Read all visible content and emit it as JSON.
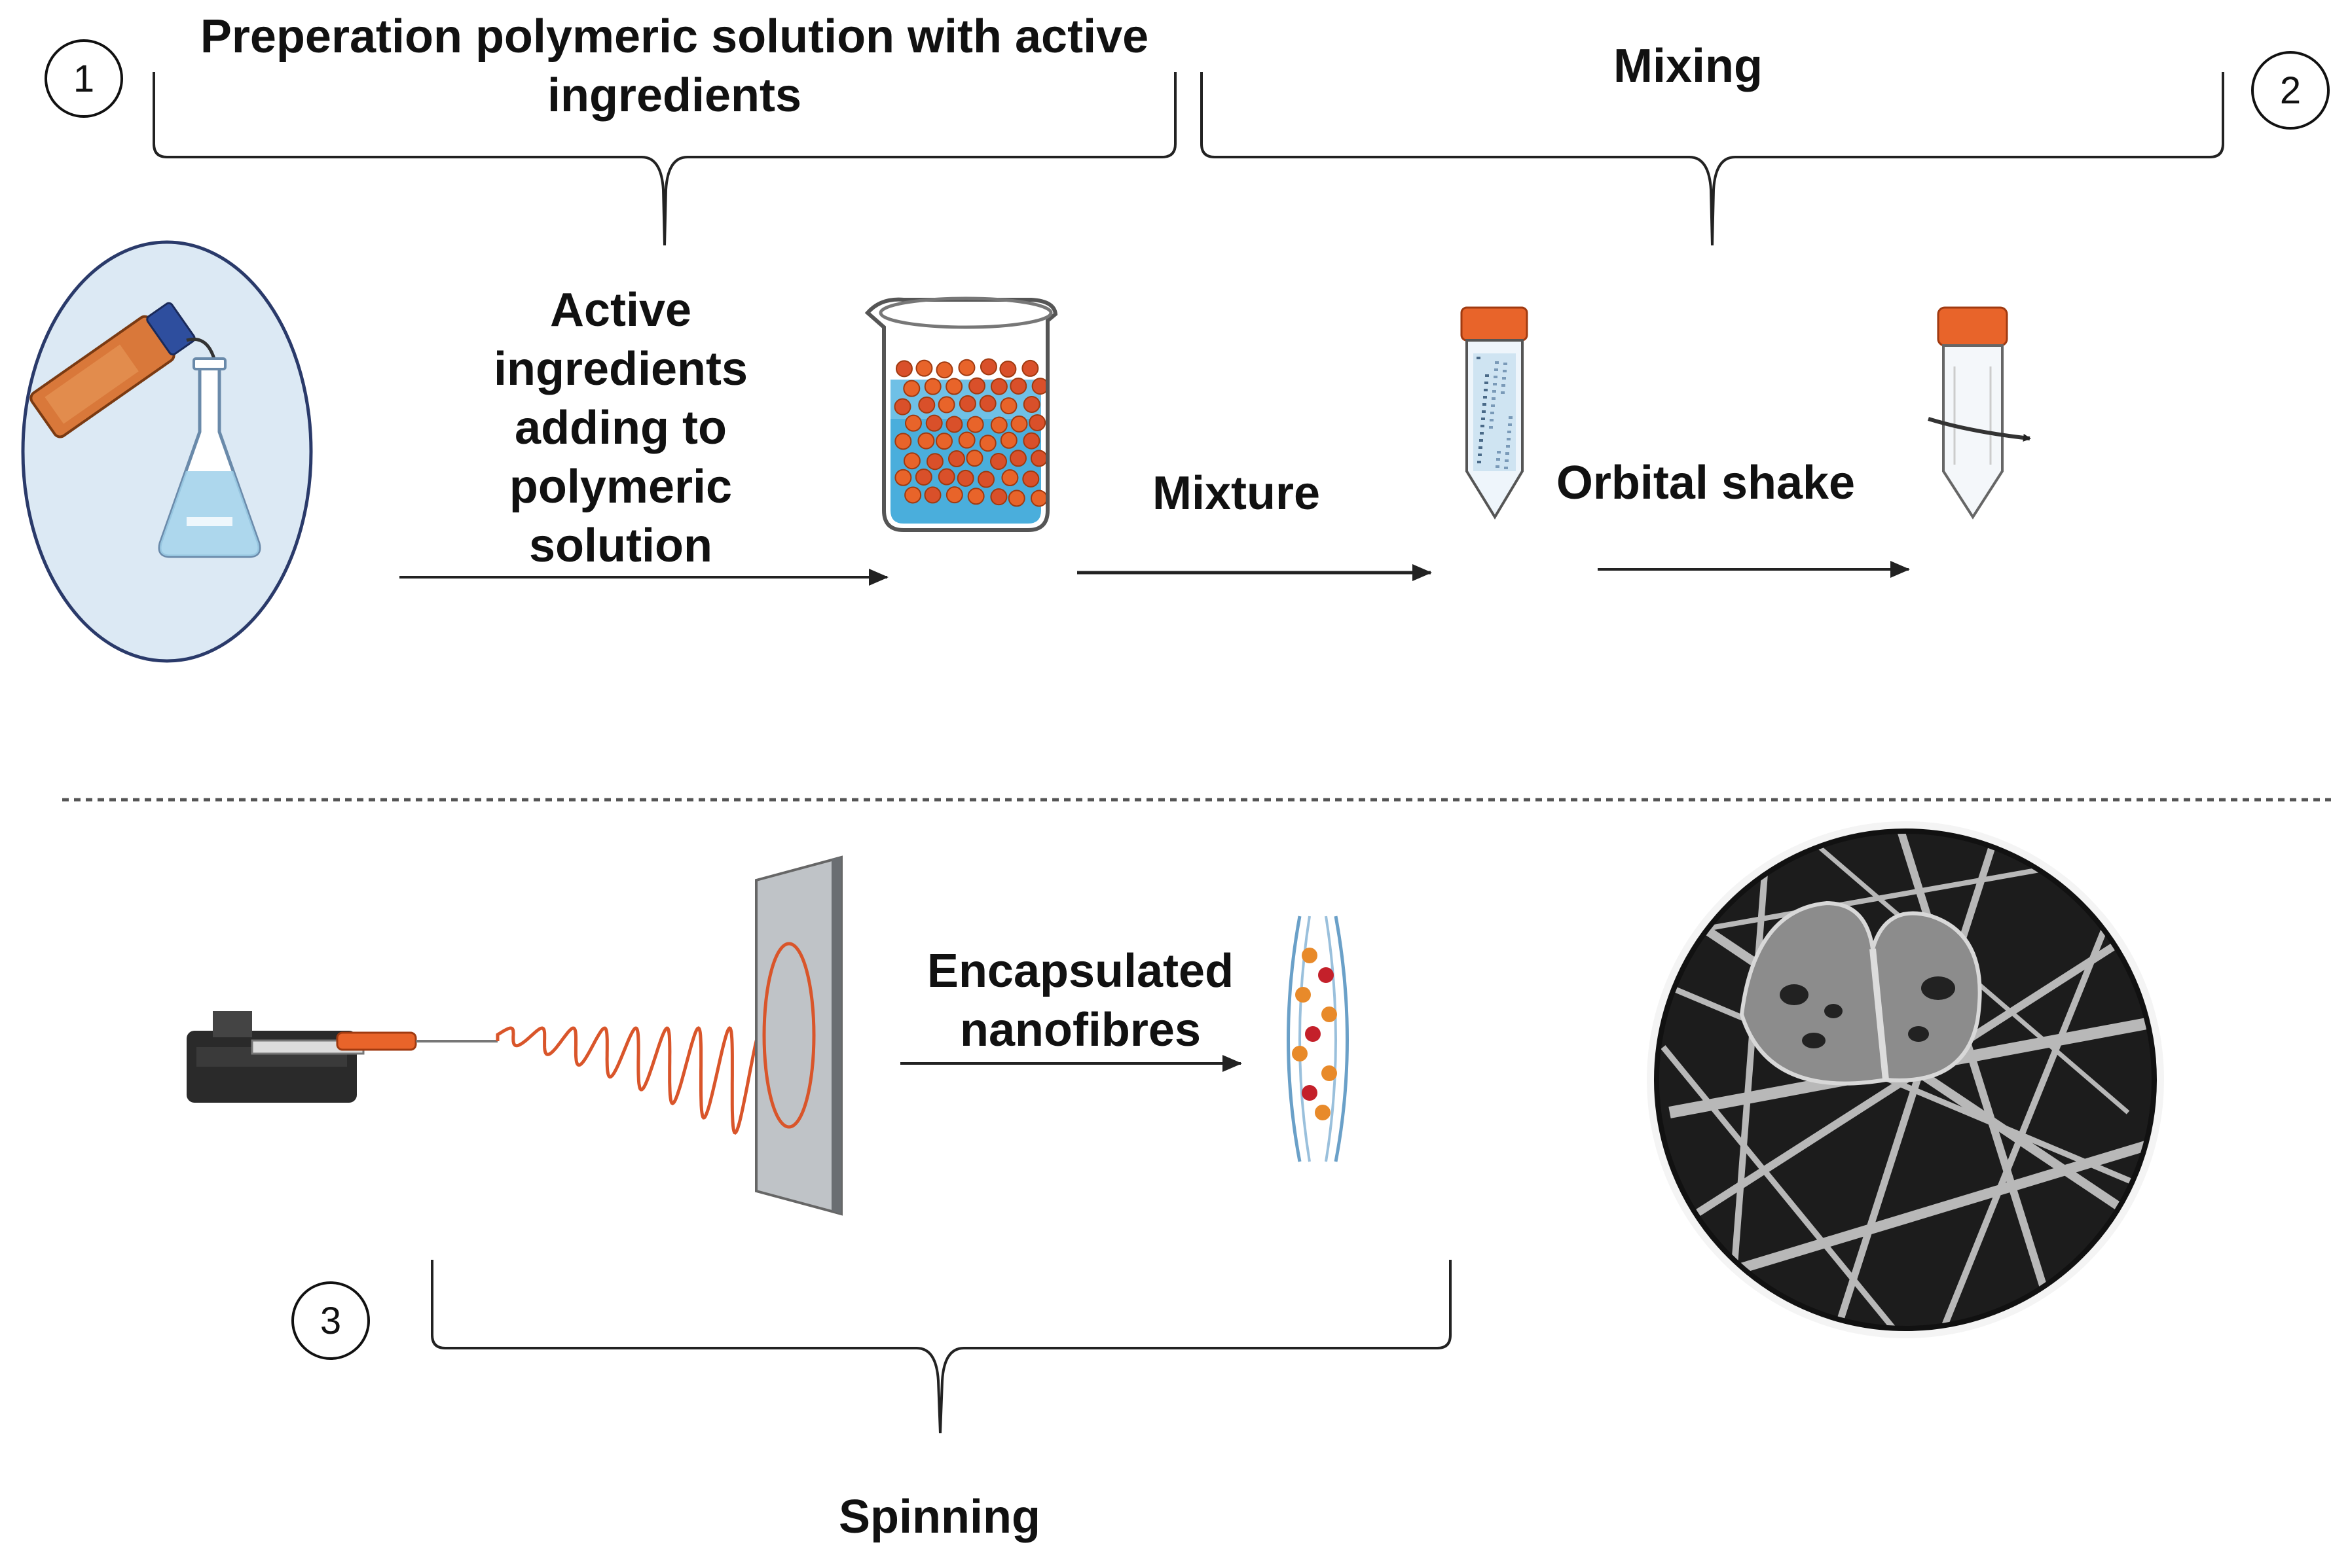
{
  "steps": [
    {
      "number": "1",
      "title_line1": "Preperation polymeric solution with active",
      "title_line2": "ingredients"
    },
    {
      "number": "2",
      "title": "Mixing"
    },
    {
      "number": "3",
      "title": "Spinning"
    }
  ],
  "labels": {
    "active_ingredients": [
      "Active",
      "ingredients",
      "adding to",
      "polymeric",
      "solution"
    ],
    "mixture": "Mixture",
    "orbital_shake": "Orbital shake",
    "encapsulated": [
      "Encapsulated",
      "nanofibres"
    ]
  },
  "colors": {
    "orange": "#e8642a",
    "flask_bg": "#dce9f4",
    "liquid": "#9fd0ea",
    "arrow": "#222222",
    "sem_dark": "#1c1c1c"
  },
  "icons": [
    "bottle-pour-icon",
    "flask-icon",
    "beaker-icon",
    "tube-icon",
    "syringe-pump-icon",
    "collector-plate-icon",
    "nanofibre-icon",
    "sem-micrograph-icon"
  ]
}
